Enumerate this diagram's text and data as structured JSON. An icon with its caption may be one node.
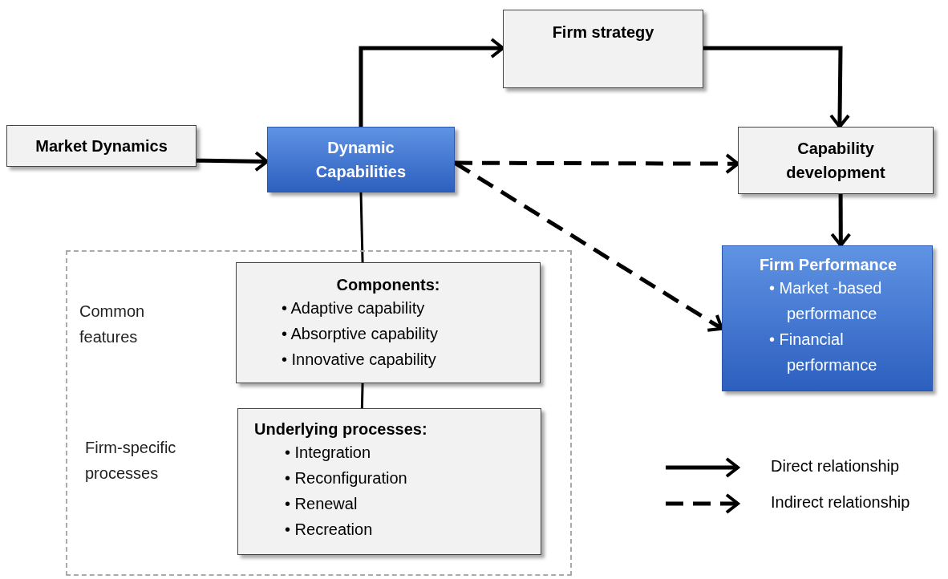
{
  "diagram": {
    "nodes": [
      {
        "text": [
          "Market Dynamics"
        ]
      },
      {
        "text": [
          "Dynamic Capabilities"
        ]
      },
      {
        "text": [
          "Firm strategy"
        ]
      },
      {
        "text": [
          "Capability development"
        ]
      },
      {
        "text": [
          "Firm Performance",
          "• Market -based performance",
          "• Financial performance"
        ]
      },
      {
        "text": [
          "Common features",
          "Firm-specific processes"
        ]
      },
      {
        "text": [
          "Components:",
          "• Adaptive capability",
          "• Absorptive capability",
          "• Innovative capability"
        ],
        "in": 5
      },
      {
        "text": [
          "Underlying processes:",
          "• Integration",
          "• Reconfiguration",
          "• Renewal",
          "• Recreation"
        ],
        "in": 5
      }
    ],
    "edges": [
      {
        "from": 0,
        "to": 1,
        "arrow": "to"
      },
      {
        "from": 1,
        "to": 2,
        "arrow": "to"
      },
      {
        "from": 2,
        "to": 3,
        "arrow": "to"
      },
      {
        "from": 1,
        "to": 3,
        "arrow": "to",
        "style": "dashed"
      },
      {
        "from": 1,
        "to": 4,
        "arrow": "to",
        "style": "dashed"
      },
      {
        "from": 3,
        "to": 4,
        "arrow": "to"
      },
      {
        "from": 1,
        "to": 6,
        "arrow": "none"
      },
      {
        "from": 6,
        "to": 7,
        "arrow": "none"
      }
    ],
    "legend": [
      {
        "text": "Direct relationship"
      },
      {
        "text": "Indirect relationship"
      }
    ]
  }
}
